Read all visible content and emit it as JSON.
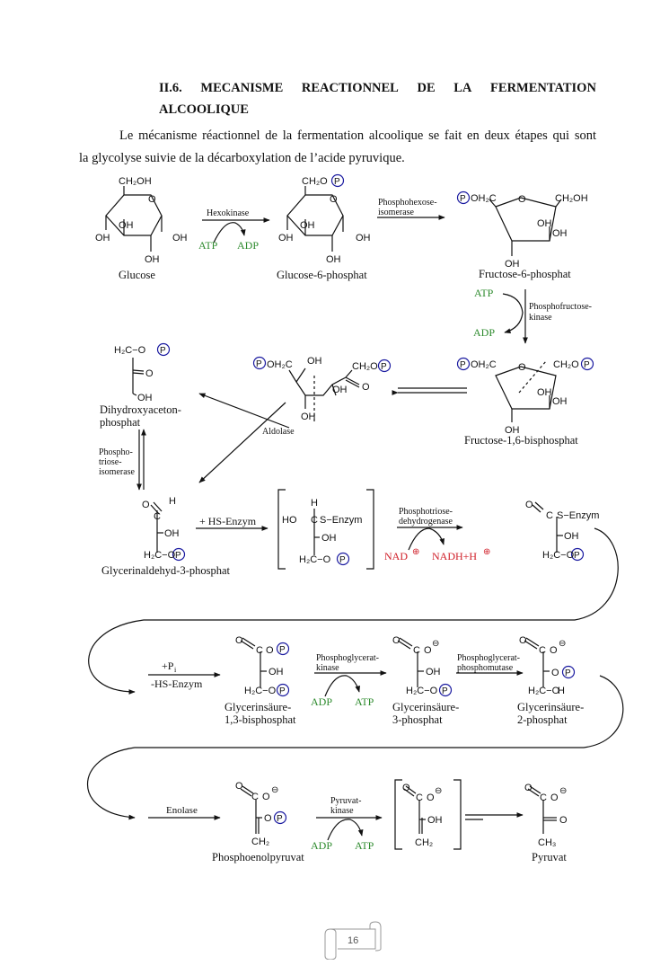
{
  "heading": {
    "number": "II.6.",
    "words": [
      "MECANISME",
      "REACTIONNEL",
      "DE",
      "LA",
      "FERMENTATION"
    ],
    "line2": "ALCOOLIQUE"
  },
  "paragraph": {
    "line1": "Le mécanisme réactionnel de la fermentation alcoolique se fait en deux étapes qui sont",
    "line2": "la glycolyse suivie de la décarboxylation de l’acide pyruvique."
  },
  "diagram": {
    "colors": {
      "cofactor_green": "#2e8b2e",
      "nad_red": "#d0202a",
      "phosphate_blue": "#1a1aa0"
    },
    "compounds": {
      "glucose": "Glucose",
      "g6p": "Glucose-6-phosphat",
      "f6p": "Fructose-6-phosphat",
      "f16bp": "Fructose-1,6-bisphosphat",
      "dhap_1": "Dihydroxyaceton-",
      "dhap_2": "phosphat",
      "gap": "Glycerinaldehyd-3-phosphat",
      "bpg_1": "Glycerinsäure-",
      "bpg_2": "1,3-bisphosphat",
      "pg3_1": "Glycerinsäure-",
      "pg3_2": "3-phosphat",
      "pg2_1": "Glycerinsäure-",
      "pg2_2": "2-phosphat",
      "pep": "Phosphoenolpyruvat",
      "pyr": "Pyruvat"
    },
    "enzymes": {
      "hexokinase": "Hexokinase",
      "phi_1": "Phosphohexose-",
      "phi_2": "isomerase",
      "pfk_1": "Phosphofructose-",
      "pfk_2": "kinase",
      "aldolase": "Aldolase",
      "tpi_1": "Phospho-",
      "tpi_2": "triose-",
      "tpi_3": "isomerase",
      "hs_enzym": "+ HS-Enzym",
      "gapdh_1": "Phosphotriose-",
      "gapdh_2": "dehydrogenase",
      "pi": "+P",
      "pi_sub": "i",
      "minus_hs": "-HS-Enzym",
      "pgk_1": "Phosphoglycerat-",
      "pgk_2": "kinase",
      "pgm_1": "Phosphoglycerat-",
      "pgm_2": "phosphomutase",
      "enolase": "Enolase",
      "pk_1": "Pyruvat-",
      "pk_2": "kinase"
    },
    "cofactors": {
      "atp": "ATP",
      "adp": "ADP",
      "nad": "NAD",
      "nadh": "NADH+H",
      "plus": "⊕"
    },
    "atoms": {
      "ch2oh": "CH₂OH",
      "o": "O",
      "oh": "OH",
      "p": "P",
      "h": "H",
      "c": "C",
      "ch2o": "CH₂O",
      "oh2c": "OH₂C",
      "h2c": "H₂C",
      "h2c_o": "H₂C−O",
      "ho": "HO",
      "s_enzym": "S−Enzym",
      "ch2": "CH₂",
      "ch3": "CH₃",
      "minus": "⊖"
    }
  },
  "footer": {
    "page_number": "16"
  }
}
